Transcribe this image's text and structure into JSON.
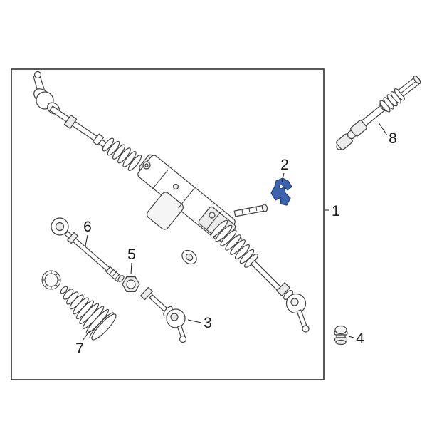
{
  "diagram": {
    "background": "#ffffff",
    "border_color": "#2f2f2f",
    "line_color": "#3f3f3f",
    "highlight_fill": "#3d63ae",
    "highlight_stroke": "#1e3c74",
    "label_color": "#1a1a1a"
  },
  "callouts": {
    "c1": "1",
    "c2": "2",
    "c3": "3",
    "c4": "4",
    "c5": "5",
    "c6": "6",
    "c7": "7",
    "c8": "8"
  }
}
